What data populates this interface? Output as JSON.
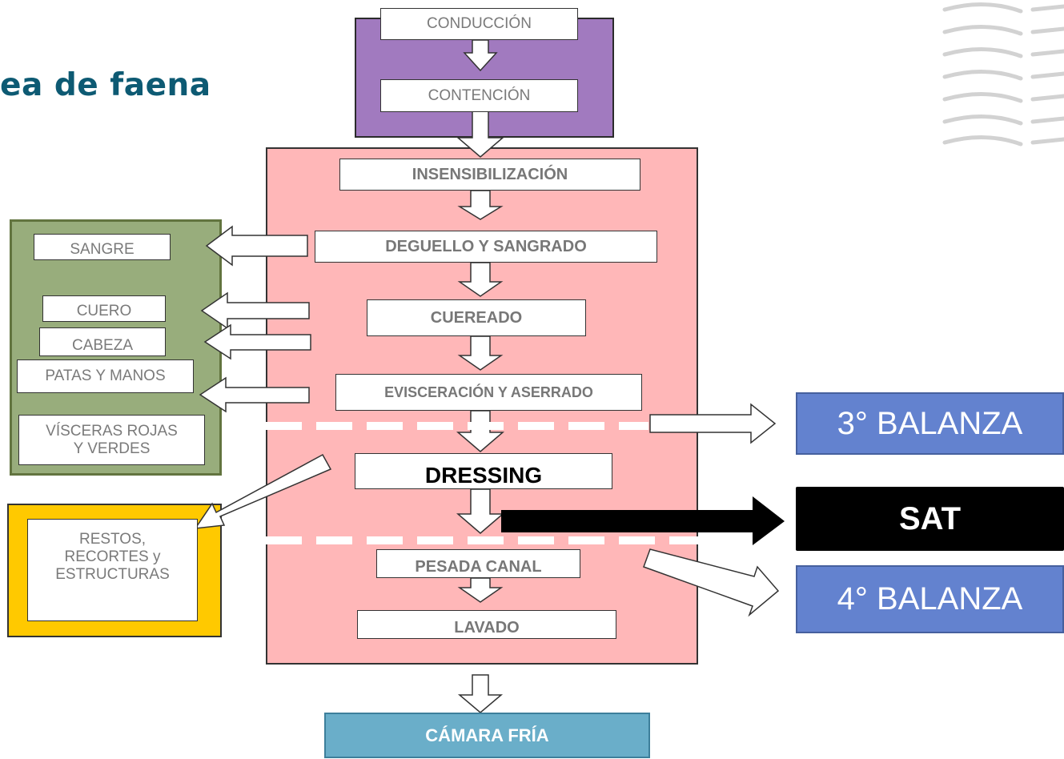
{
  "title": "ea de faena",
  "steps": {
    "conduccion": "CONDUCCIÓN",
    "contencion": "CONTENCIÓN",
    "insensibilizacion": "INSENSIBILIZACIÓN",
    "deguello": "DEGUELLO Y SANGRADO",
    "cuereado": "CUEREADO",
    "evisceracion": "EVISCERACIÓN Y ASERRADO",
    "dressing": "DRESSING",
    "pesada": "PESADA CANAL",
    "lavado": "LAVADO",
    "camara": "CÁMARA FRÍA"
  },
  "byproducts": {
    "sangre": "SANGRE",
    "cuero": "CUERO",
    "cabeza": "CABEZA",
    "patas": "PATAS Y MANOS",
    "visceras": "VÍSCERAS ROJAS Y VERDES",
    "restos": "RESTOS, RECORTES y ESTRUCTURAS"
  },
  "outputs": {
    "balanza3": "3° BALANZA",
    "sat": "SAT",
    "balanza4": "4° BALANZA"
  },
  "colors": {
    "title": "#0d5a73",
    "purple_zone": "#a17abf",
    "pink_zone": "#ffb7b8",
    "green_zone": "#98ad7c",
    "yellow_zone": "#ffc900",
    "balanza": "#6382cf",
    "camara": "#6aaec9"
  }
}
